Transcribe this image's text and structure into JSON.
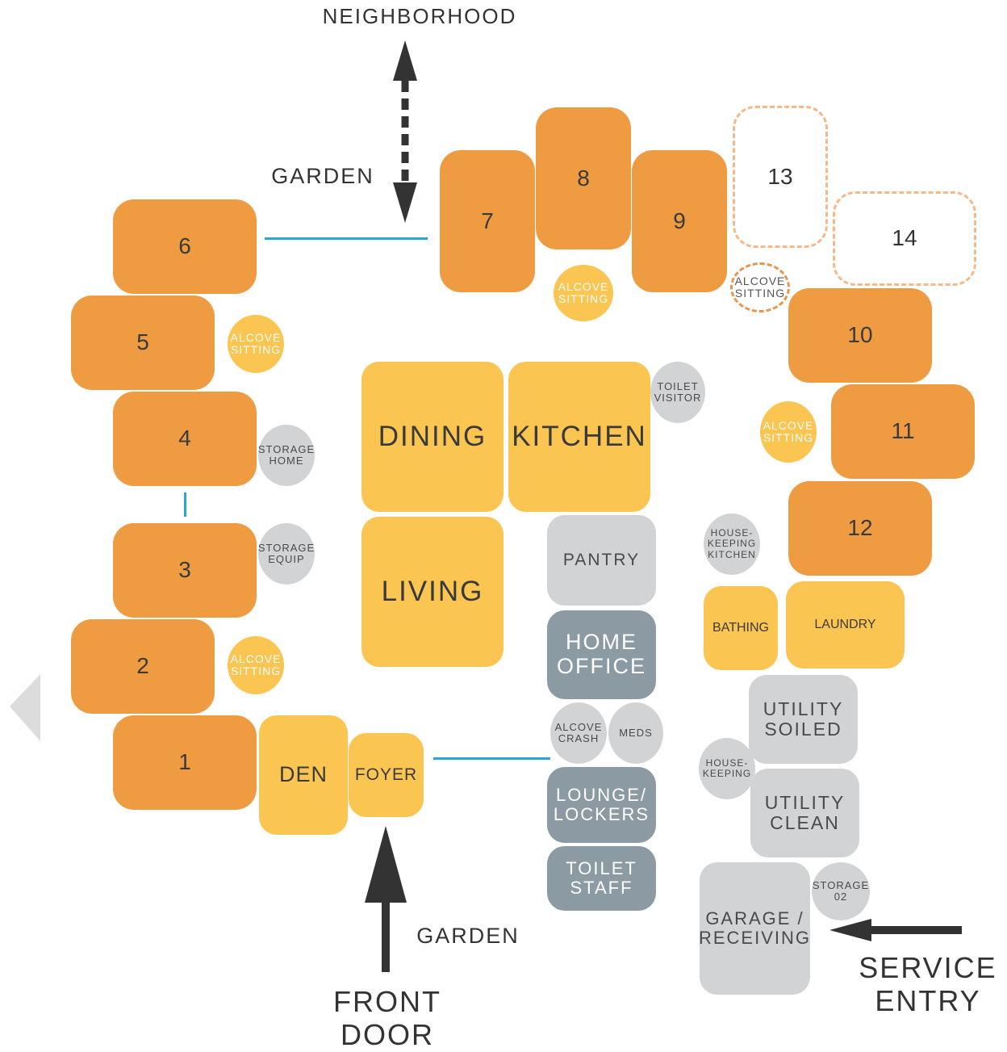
{
  "labels": {
    "neighborhood": "NEIGHBORHOOD",
    "garden_top": "GARDEN",
    "garden_bottom": "GARDEN",
    "front_door": "FRONT\nDOOR",
    "service_entry": "SERVICE\nENTRY"
  },
  "bedrooms": {
    "b1": "1",
    "b2": "2",
    "b3": "3",
    "b4": "4",
    "b5": "5",
    "b6": "6",
    "b7": "7",
    "b8": "8",
    "b9": "9",
    "b10": "10",
    "b11": "11",
    "b12": "12",
    "b13": "13",
    "b14": "14"
  },
  "alcoves": {
    "a_top": "ALCOVE\nSITTING",
    "a_dashed": "ALCOVE\nSITTING",
    "a_left_upper": "ALCOVE\nSITTING",
    "a_left_lower": "ALCOVE\nSITTING",
    "a_right": "ALCOVE\nSITTING",
    "a_crash": "ALCOVE\nCRASH"
  },
  "rooms": {
    "dining": "DINING",
    "kitchen": "KITCHEN",
    "living": "LIVING",
    "den": "DEN",
    "foyer": "FOYER",
    "pantry": "PANTRY",
    "home_office": "HOME\nOFFICE",
    "meds": "MEDS",
    "lounge": "LOUNGE/\nLOCKERS",
    "toilet_staff": "TOILET\nSTAFF",
    "toilet_visitor": "TOILET\nVISITOR",
    "storage_home": "STORAGE\nHOME",
    "storage_equip": "STORAGE\nEQUIP",
    "housekeeping_kitchen": "HOUSE-\nKEEPING\nKITCHEN",
    "bathing": "BATHING",
    "laundry": "LAUNDRY",
    "utility_soiled": "UTILITY\nSOILED",
    "housekeeping": "HOUSE-\nKEEPING",
    "utility_clean": "UTILITY\nCLEAN",
    "storage_02": "STORAGE\n02",
    "garage": "GARAGE /\nRECEIVING"
  },
  "colors": {
    "bedroom": "#ef9b42",
    "common": "#fbc552",
    "support": "#d1d3d5",
    "staff": "#8b9aa3",
    "connector": "#2aa7cf",
    "future_outline": "#f4b98a"
  }
}
